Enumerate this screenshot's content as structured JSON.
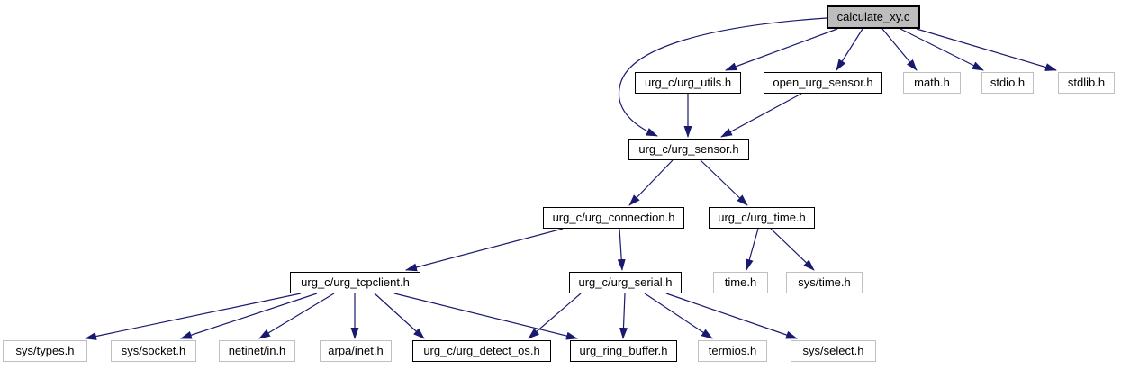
{
  "graph": {
    "type": "include-dependency-graph",
    "root": "calculate_xy.c",
    "colors": {
      "edge": "#191970",
      "main_node_fill": "#bdbdbd",
      "internal_node_border": "#000000",
      "external_node_border": "#bfbfbf",
      "background": "#ffffff"
    },
    "nodes": [
      {
        "id": "calculate-xy-c",
        "label": "calculate_xy.c",
        "kind": "main"
      },
      {
        "id": "urg-utils-h",
        "label": "urg_c/urg_utils.h",
        "kind": "internal"
      },
      {
        "id": "open-urg-sensor-h",
        "label": "open_urg_sensor.h",
        "kind": "internal"
      },
      {
        "id": "math-h",
        "label": "math.h",
        "kind": "external"
      },
      {
        "id": "stdio-h",
        "label": "stdio.h",
        "kind": "external"
      },
      {
        "id": "stdlib-h",
        "label": "stdlib.h",
        "kind": "external"
      },
      {
        "id": "urg-sensor-h",
        "label": "urg_c/urg_sensor.h",
        "kind": "internal"
      },
      {
        "id": "urg-connection-h",
        "label": "urg_c/urg_connection.h",
        "kind": "internal"
      },
      {
        "id": "urg-time-h",
        "label": "urg_c/urg_time.h",
        "kind": "internal"
      },
      {
        "id": "urg-tcpclient-h",
        "label": "urg_c/urg_tcpclient.h",
        "kind": "internal"
      },
      {
        "id": "urg-serial-h",
        "label": "urg_c/urg_serial.h",
        "kind": "internal"
      },
      {
        "id": "time-h",
        "label": "time.h",
        "kind": "external"
      },
      {
        "id": "sys-time-h",
        "label": "sys/time.h",
        "kind": "external"
      },
      {
        "id": "sys-types-h",
        "label": "sys/types.h",
        "kind": "external"
      },
      {
        "id": "sys-socket-h",
        "label": "sys/socket.h",
        "kind": "external"
      },
      {
        "id": "netinet-in-h",
        "label": "netinet/in.h",
        "kind": "external"
      },
      {
        "id": "arpa-inet-h",
        "label": "arpa/inet.h",
        "kind": "external"
      },
      {
        "id": "urg-detect-os-h",
        "label": "urg_c/urg_detect_os.h",
        "kind": "internal"
      },
      {
        "id": "urg-ring-buffer-h",
        "label": "urg_ring_buffer.h",
        "kind": "internal"
      },
      {
        "id": "termios-h",
        "label": "termios.h",
        "kind": "external"
      },
      {
        "id": "sys-select-h",
        "label": "sys/select.h",
        "kind": "external"
      }
    ],
    "edges": [
      {
        "from": "calculate-xy-c",
        "to": "urg-utils-h"
      },
      {
        "from": "calculate-xy-c",
        "to": "open-urg-sensor-h"
      },
      {
        "from": "calculate-xy-c",
        "to": "math-h"
      },
      {
        "from": "calculate-xy-c",
        "to": "stdio-h"
      },
      {
        "from": "calculate-xy-c",
        "to": "stdlib-h"
      },
      {
        "from": "calculate-xy-c",
        "to": "urg-sensor-h"
      },
      {
        "from": "urg-utils-h",
        "to": "urg-sensor-h"
      },
      {
        "from": "open-urg-sensor-h",
        "to": "urg-sensor-h"
      },
      {
        "from": "urg-sensor-h",
        "to": "urg-connection-h"
      },
      {
        "from": "urg-sensor-h",
        "to": "urg-time-h"
      },
      {
        "from": "urg-connection-h",
        "to": "urg-tcpclient-h"
      },
      {
        "from": "urg-connection-h",
        "to": "urg-serial-h"
      },
      {
        "from": "urg-time-h",
        "to": "time-h"
      },
      {
        "from": "urg-time-h",
        "to": "sys-time-h"
      },
      {
        "from": "urg-tcpclient-h",
        "to": "sys-types-h"
      },
      {
        "from": "urg-tcpclient-h",
        "to": "sys-socket-h"
      },
      {
        "from": "urg-tcpclient-h",
        "to": "netinet-in-h"
      },
      {
        "from": "urg-tcpclient-h",
        "to": "arpa-inet-h"
      },
      {
        "from": "urg-tcpclient-h",
        "to": "urg-detect-os-h"
      },
      {
        "from": "urg-tcpclient-h",
        "to": "urg-ring-buffer-h"
      },
      {
        "from": "urg-serial-h",
        "to": "urg-detect-os-h"
      },
      {
        "from": "urg-serial-h",
        "to": "urg-ring-buffer-h"
      },
      {
        "from": "urg-serial-h",
        "to": "termios-h"
      },
      {
        "from": "urg-serial-h",
        "to": "sys-select-h"
      }
    ]
  }
}
